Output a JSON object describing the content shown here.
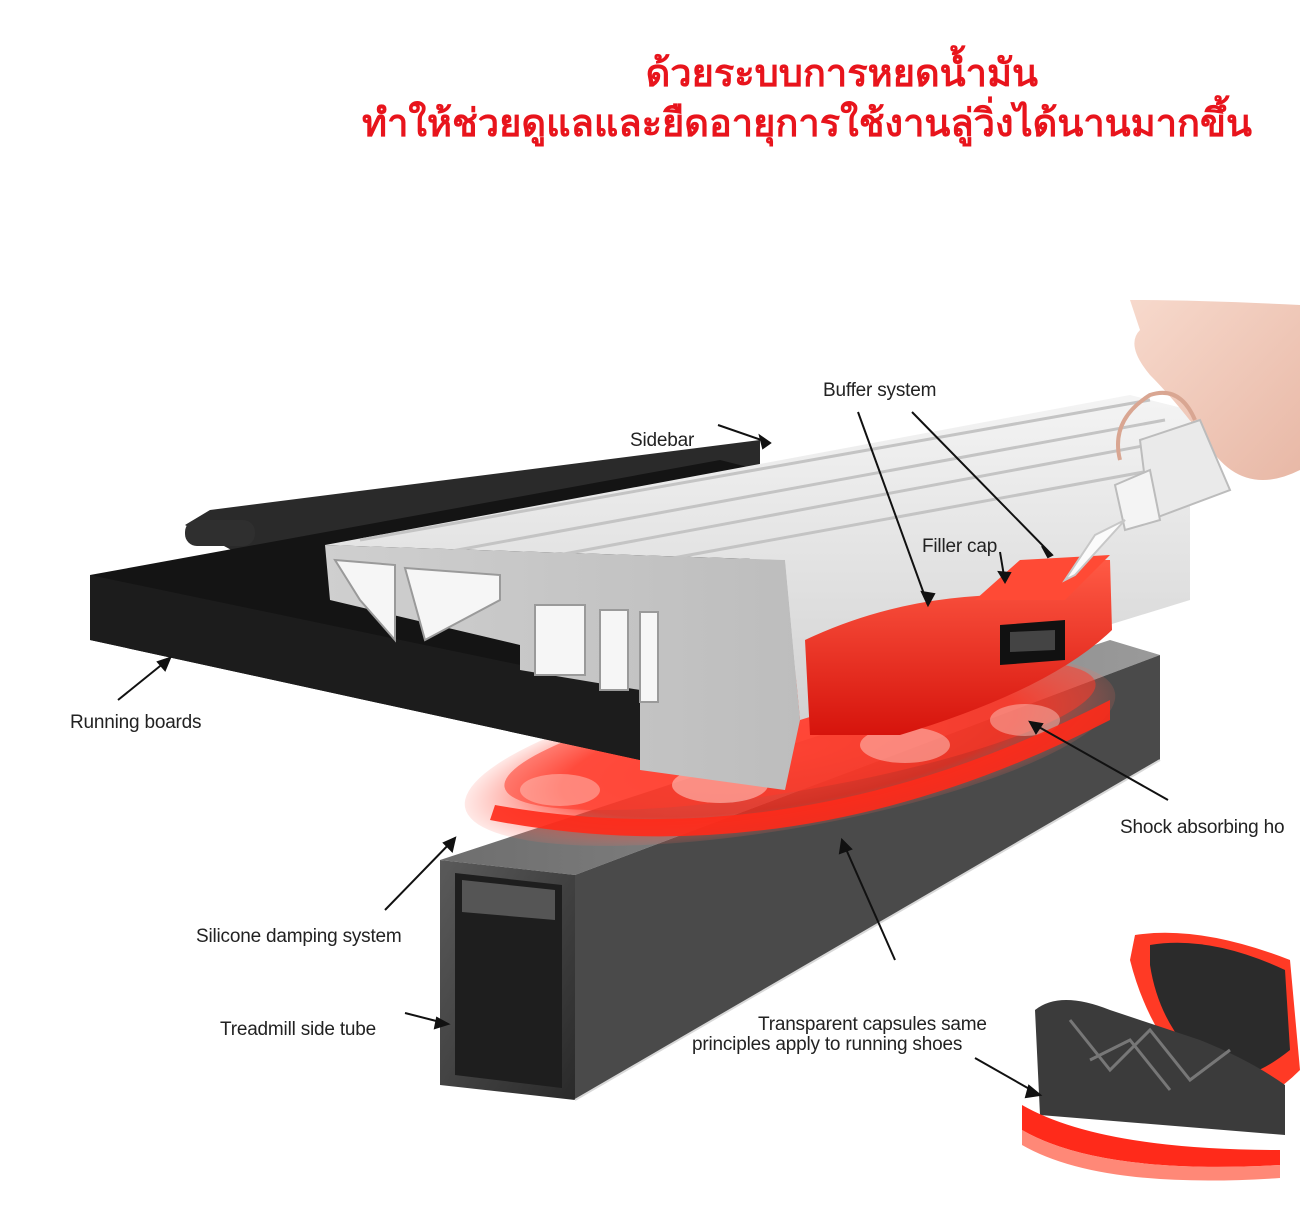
{
  "headline": {
    "line1": "ด้วยระบบการหยดน้ำมัน",
    "line2": "ทำให้ช่วยดูแลและยืดอายุการใช้งานลู่วิ่งได้นานมากขึ้น",
    "color": "#e8141c"
  },
  "labels": {
    "sidebar": "Sidebar",
    "buffer_system": "Buffer system",
    "filler_cap": "Filler cap",
    "running_boards": "Running boards",
    "shock_absorbing": "Shock absorbing ho",
    "silicone_damping": "Silicone damping system",
    "side_tube": "Treadmill side tube",
    "capsules_line1": "Transparent capsules same",
    "capsules_line2": "principles apply to running shoes"
  },
  "colors": {
    "accent_red": "#e8141c",
    "buffer_red": "#ff2a1a",
    "board_black": "#1c1c1c",
    "sidebar_gray": "#e4e4e4",
    "tube_gray": "#3a3a3a"
  }
}
